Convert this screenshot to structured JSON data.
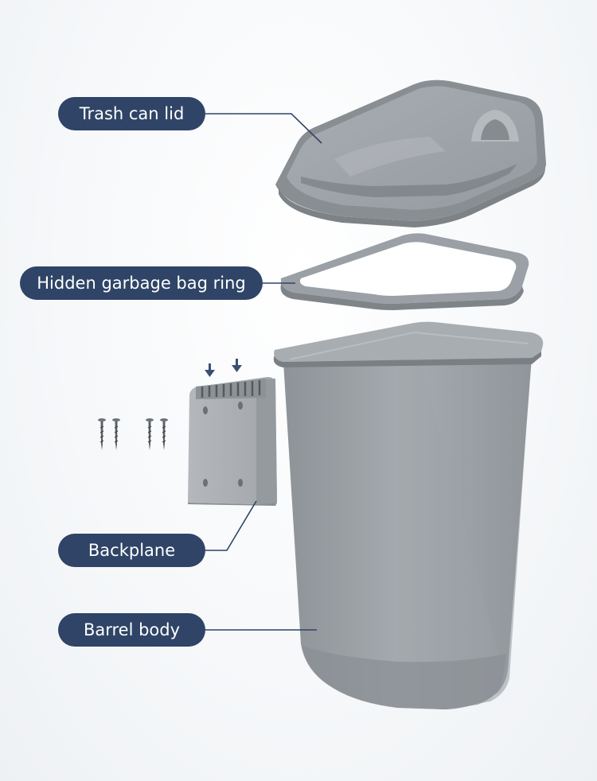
{
  "labels": {
    "lid": "Trash can lid",
    "ring": "Hidden garbage bag ring",
    "backplane": "Backplane",
    "barrel": "Barrel body"
  },
  "colors": {
    "label_bg": "#2f4466",
    "label_text": "#ffffff",
    "plastic": "#9da2a7",
    "leader_line": "#2f4466"
  }
}
